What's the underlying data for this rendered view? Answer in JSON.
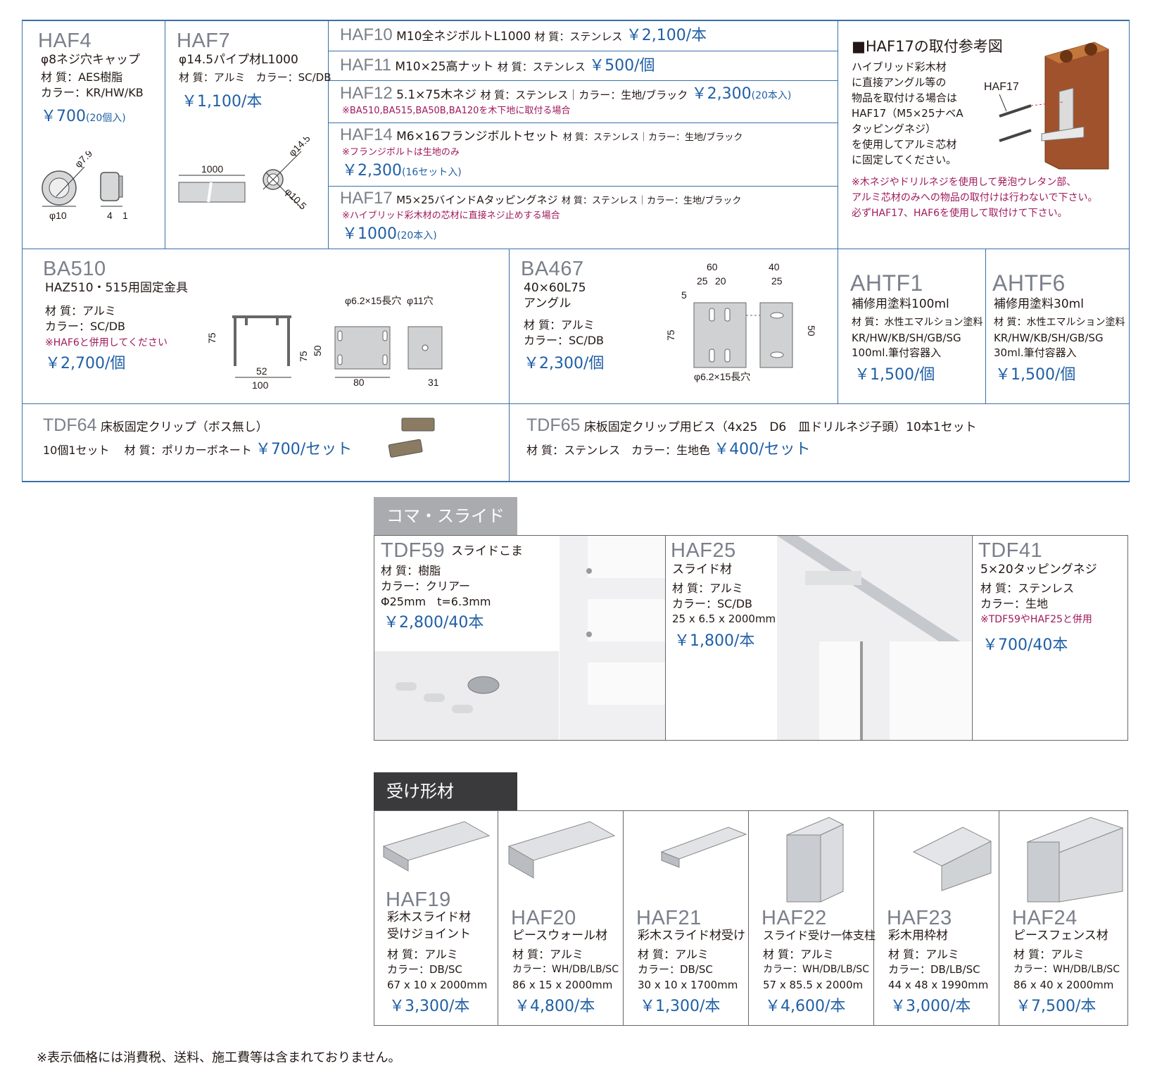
{
  "haf4": {
    "code": "HAF4",
    "name": "φ8ネジ穴キャップ",
    "material": "材 質：AES樹脂",
    "color": "カラー：KR/HW/KB",
    "price": "￥700",
    "price_note": "(20個入)",
    "dim_d": "φ7.9",
    "dim_w": "φ10",
    "dim_a": "4",
    "dim_b": "1"
  },
  "haf7": {
    "code": "HAF7",
    "name": "φ14.5パイプ材L1000",
    "spec": "材 質：アルミ　カラー：SC/DB",
    "price": "￥1,100/本",
    "dim_len": "1000",
    "dim_outer": "φ14.5",
    "dim_inner": "φ10.5"
  },
  "haf10": {
    "code": "HAF10",
    "name": "M10全ネジボルトL1000",
    "spec": "材 質：ステンレス",
    "price": "￥2,100/本"
  },
  "haf11": {
    "code": "HAF11",
    "name": "M10×25高ナット",
    "spec": "材 質：ステンレス",
    "price": "￥500/個"
  },
  "haf12": {
    "code": "HAF12",
    "name": "5.1×75木ネジ",
    "spec": "材 質：ステンレス｜カラー：生地/ブラック",
    "price": "￥2,300",
    "price_note": "(20本入)",
    "note": "※BA510,BA515,BA50B,BA120を木下地に取付る場合"
  },
  "haf14": {
    "code": "HAF14",
    "name": "M6×16フランジボルトセット",
    "spec": "材 質：ステンレス｜カラー：生地/ブラック",
    "note": "※フランジボルトは生地のみ",
    "price": "￥2,300",
    "price_note": "(16セット入)"
  },
  "haf17": {
    "code": "HAF17",
    "name": "M5×25バインドAタッピングネジ",
    "spec": "材 質：ステンレス｜カラー：生地/ブラック",
    "note": "※ハイブリッド彩木材の芯材に直接ネジ止めする場合",
    "price": "￥1000",
    "price_note": "(20本入)"
  },
  "ref": {
    "title": "■HAF17の取付参考図",
    "lines": [
      "ハイブリッド彩木材",
      "に直接アングル等の",
      "物品を取付ける場合は",
      "HAF17（M5×25ナベA",
      "タッピングネジ）",
      "を使用してアルミ芯材",
      "に固定してください。"
    ],
    "label": "HAF17",
    "notes": [
      "※木ネジやドリルネジを使用して発泡ウレタン部、",
      "アルミ芯材のみへの物品の取付けは行わないで下さい。",
      "必ずHAF17、HAF6を使用して取付けて下さい。"
    ]
  },
  "ba510": {
    "code": "BA510",
    "name": "HAZ510・515用固定金具",
    "material": "材 質：アルミ",
    "color": "カラー：SC/DB",
    "note": "※HAF6と併用してください",
    "price": "￥2,700/個",
    "dims": {
      "h": "75",
      "w52": "52",
      "w100": "100",
      "slot": "φ6.2×15長穴",
      "h75": "75",
      "h50": "50",
      "w80": "80",
      "hole": "φ11穴",
      "w31": "31"
    }
  },
  "ba467": {
    "code": "BA467",
    "name": "40×60L75",
    "sub": "アングル",
    "material": "材 質：アルミ",
    "color": "カラー：SC/DB",
    "price": "￥2,300/個",
    "dims": {
      "w60": "60",
      "w25": "25",
      "w20": "20",
      "w5": "5",
      "h75": "75",
      "w40": "40",
      "w25b": "25",
      "h50": "50",
      "slot": "φ6.2×15長穴"
    }
  },
  "ahtf1": {
    "code": "AHTF1",
    "name": "補修用塗料100ml",
    "material": "材 質：水性エマルション塗料",
    "colors": "KR/HW/KB/SH/GB/SG",
    "pack": "100ml.筆付容器入",
    "price": "￥1,500/個"
  },
  "ahtf6": {
    "code": "AHTF6",
    "name": "補修用塗料30ml",
    "material": "材 質：水性エマルション塗料",
    "colors": "KR/HW/KB/SH/GB/SG",
    "pack": "30ml.筆付容器入",
    "price": "￥1,500/個"
  },
  "tdf64": {
    "code": "TDF64",
    "name": "床板固定クリップ（ボス無し）",
    "spec": "10個1セット　 材 質：ポリカーボネート",
    "price": "￥700/セット"
  },
  "tdf65": {
    "code": "TDF65",
    "name": "床板固定クリップ用ビス（4x25　D6　皿ドリルネジ子頭）10本1セット",
    "spec": "材 質：ステンレス　カラー：生地色",
    "price": "￥400/セット"
  },
  "tab_koma": "コマ・スライド",
  "tdf59": {
    "code": "TDF59",
    "name": "スライドこま",
    "material": "材 質：樹脂",
    "color": "カラー：クリアー",
    "size": "Φ25mm　t=6.3mm",
    "price": "￥2,800/40本"
  },
  "haf25": {
    "code": "HAF25",
    "name": "スライド材",
    "material": "材 質：アルミ",
    "color": "カラー：SC/DB",
    "size": "25 x 6.5 x 2000mm",
    "price": "￥1,800/本"
  },
  "tdf41": {
    "code": "TDF41",
    "name": "5×20タッピングネジ",
    "material": "材 質：ステンレス",
    "color": "カラー：生地",
    "note": "※TDF59やHAF25と併用",
    "price": "￥700/40本"
  },
  "tab_uke": "受け形材",
  "profiles": [
    {
      "code": "HAF19",
      "name": "彩木スライド材",
      "name2": "受けジョイント",
      "material": "材 質：アルミ",
      "color": "カラー：DB/SC",
      "size": "67 x 10 x 2000mm",
      "price": "￥3,300/本"
    },
    {
      "code": "HAF20",
      "name": "ピースウォール材",
      "material": "材 質：アルミ",
      "color": "カラー：WH/DB/LB/SC",
      "size": "86 x 15 x 2000mm",
      "price": "￥4,800/本"
    },
    {
      "code": "HAF21",
      "name": "彩木スライド材受け",
      "material": "材 質：アルミ",
      "color": "カラー：DB/SC",
      "size": "30 x 10 x 1700mm",
      "price": "￥1,300/本"
    },
    {
      "code": "HAF22",
      "name": "スライド受け一体支柱",
      "material": "材 質：アルミ",
      "color": "カラー：WH/DB/LB/SC",
      "size": "57 x 85.5 x 2000m",
      "price": "￥4,600/本"
    },
    {
      "code": "HAF23",
      "name": "彩木用枠材",
      "material": "材 質：アルミ",
      "color": "カラー：DB/LB/SC",
      "size": "44 x 48 x 1990mm",
      "price": "￥3,000/本"
    },
    {
      "code": "HAF24",
      "name": "ピースフェンス材",
      "material": "材 質：アルミ",
      "color": "カラー：WH/DB/LB/SC",
      "size": "86 x 40 x 2000mm",
      "price": "￥7,500/本"
    }
  ],
  "footer": "※表示価格には消費税、送料、施工費等は含まれておりません。"
}
